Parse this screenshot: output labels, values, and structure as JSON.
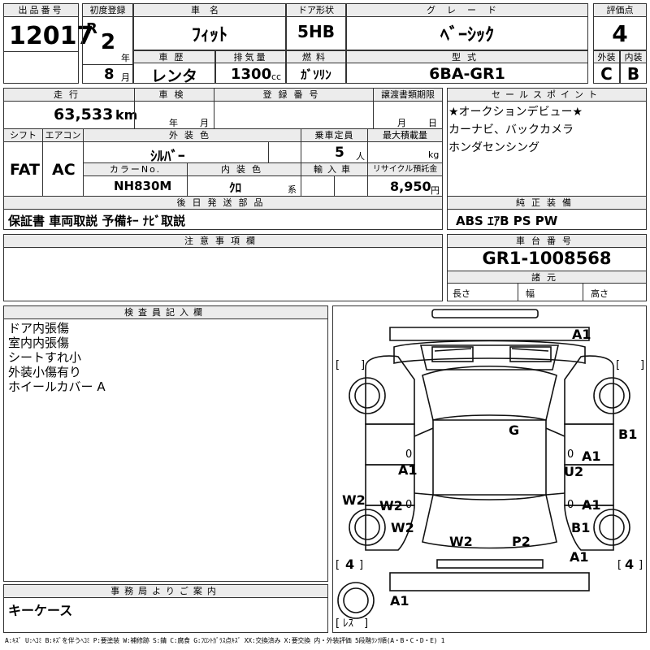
{
  "header": {
    "lot_label": "出品番号",
    "lot_no": "12017",
    "first_reg_label": "初度登録",
    "era": "R",
    "year": "2",
    "year_unit": "年",
    "month": "8",
    "month_unit": "月",
    "car_name_label": "車名",
    "car_name": "ﾌｨｯﾄ",
    "door_label": "ドア形状",
    "door": "5HB",
    "grade_label": "グレード",
    "grade": "ﾍﾞｰｼｯｸ",
    "score_label": "評価点",
    "score": "4",
    "history_label": "車歴",
    "history": "レンタ",
    "displacement_label": "排気量",
    "displacement": "1300",
    "displacement_unit": "cc",
    "fuel_label": "燃料",
    "fuel": "ｶﾞｿﾘﾝ",
    "model_label": "型式",
    "model": "6BA-GR1",
    "exterior_label": "外装",
    "exterior": "C",
    "interior_label": "内装",
    "interior": "B"
  },
  "specs": {
    "mileage_label": "走行",
    "mileage": "63,533",
    "mileage_unit": "km",
    "inspection_label": "車検",
    "inspection_year_unit": "年",
    "inspection_month_unit": "月",
    "plate_label": "登録番号",
    "transfer_label": "譲渡書類期限",
    "transfer_month_unit": "月",
    "transfer_day_unit": "日",
    "shift_label": "シフト",
    "shift": "FAT",
    "ac_label": "エアコン",
    "ac": "AC",
    "color_label": "外装色",
    "color": "ｼﾙﾊﾞｰ",
    "capacity_label": "乗車定員",
    "capacity": "5",
    "capacity_unit": "人",
    "load_label": "最大積載量",
    "load_unit": "kg",
    "color_no_label": "カラーNo.",
    "color_no": "NH830M",
    "trim_label": "内装色",
    "trim": "ｸﾛ",
    "trim_unit": "系",
    "import_label": "輸入車",
    "recycle_label": "リサイクル預託金",
    "recycle": "8,950",
    "recycle_unit": "円"
  },
  "sales_points": {
    "label": "セールスポイント",
    "lines": [
      "★オークションデビュー★",
      "カーナビ、バックカメラ",
      "ホンダセンシング"
    ]
  },
  "later_parts": {
    "label": "後日発送部品",
    "text": "保証書 車両取説 予備ｷｰ ﾅﾋﾞ取説"
  },
  "equipment": {
    "label": "純正装備",
    "text": "ABS ｴｱB PS PW"
  },
  "notes": {
    "label": "注意事項欄"
  },
  "chassis": {
    "label": "車台番号",
    "value": "GR1-1008568"
  },
  "dimensions": {
    "label": "諸元",
    "length": "長さ",
    "width": "幅",
    "height": "高さ"
  },
  "inspector": {
    "label": "検査員記入欄",
    "lines": [
      "ドア内張傷",
      "室内内張傷",
      "シートすれ小",
      "外装小傷有り",
      "ホイールカバー A"
    ]
  },
  "office": {
    "label": "事務局よりご案内",
    "text": "キーケース"
  },
  "diagram": {
    "marks": {
      "roof": "G",
      "windshield_rt": "A1",
      "rear_rt": "B1",
      "fr_door_rt": "A1",
      "fr_pillar_rt": "U2",
      "rr_door_rt": "A1",
      "fr_door_lt": "A1",
      "rr_door_lt": "W2",
      "rr_fender_lt": "W2",
      "rr_side_lt": "W2",
      "rear_glass_lt": "W2",
      "rear_glass_rt": "P2",
      "rr_quarter_rt": "B1",
      "rr_bumper_rt": "A1",
      "fr_bumper": "A1"
    },
    "bracket_open": "[",
    "bracket_close": "]",
    "tire_left": "4",
    "tire_right": "4",
    "spare": "ﾚｽ",
    "zero_tl": "0",
    "zero_tr": "0",
    "zero_bl": "0",
    "zero_br": "0"
  },
  "legend": "A:ｷｽﾞ U:ﾍｺﾐ B:ｷｽﾞを伴うﾍｺﾐ P:要塗装 W:補修跡 S:錆 C:腐食 G:ﾌﾛﾝﾄｶﾞﾗｽ点ｷｽﾞ XX:交換済み X:要交換 内・外装評価 5段階ﾗﾝｸ順(A・B・C・D・E) 1"
}
